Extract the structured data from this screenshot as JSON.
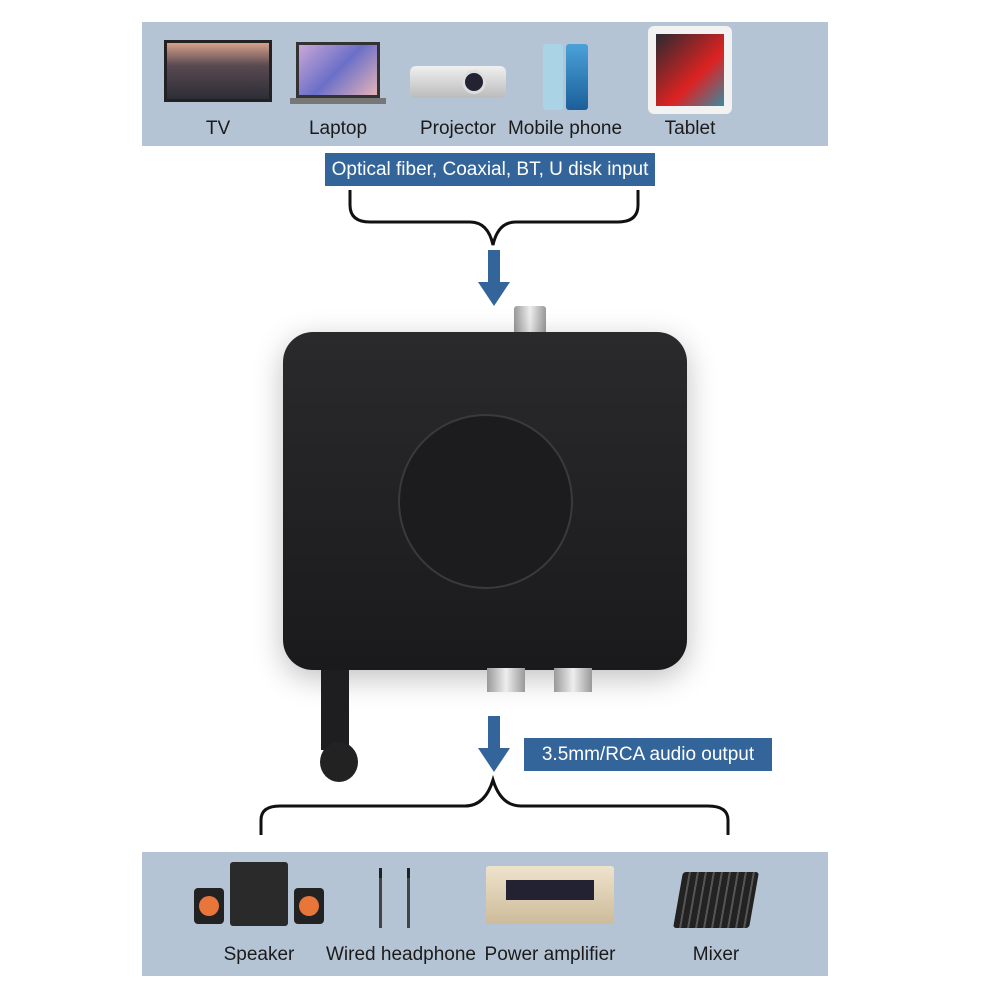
{
  "inputs": {
    "title": "Optical fiber, Coaxial, BT, U disk input",
    "devices": [
      {
        "label": "TV",
        "icon": "tv-icon"
      },
      {
        "label": "Laptop",
        "icon": "laptop-icon"
      },
      {
        "label": "Projector",
        "icon": "projector-icon"
      },
      {
        "label": "Mobile phone",
        "icon": "phone-icon"
      },
      {
        "label": "Tablet",
        "icon": "tablet-icon"
      }
    ]
  },
  "outputs": {
    "title": "3.5mm/RCA audio output",
    "devices": [
      {
        "label": "Speaker",
        "icon": "speaker-icon"
      },
      {
        "label": "Wired headphone",
        "icon": "headphone-icon"
      },
      {
        "label": "Power amplifier",
        "icon": "amplifier-icon"
      },
      {
        "label": "Mixer",
        "icon": "mixer-icon"
      }
    ]
  },
  "colors": {
    "panel": "#b5c4d5",
    "tag": "#34659a",
    "device": "#1c1c1e"
  }
}
